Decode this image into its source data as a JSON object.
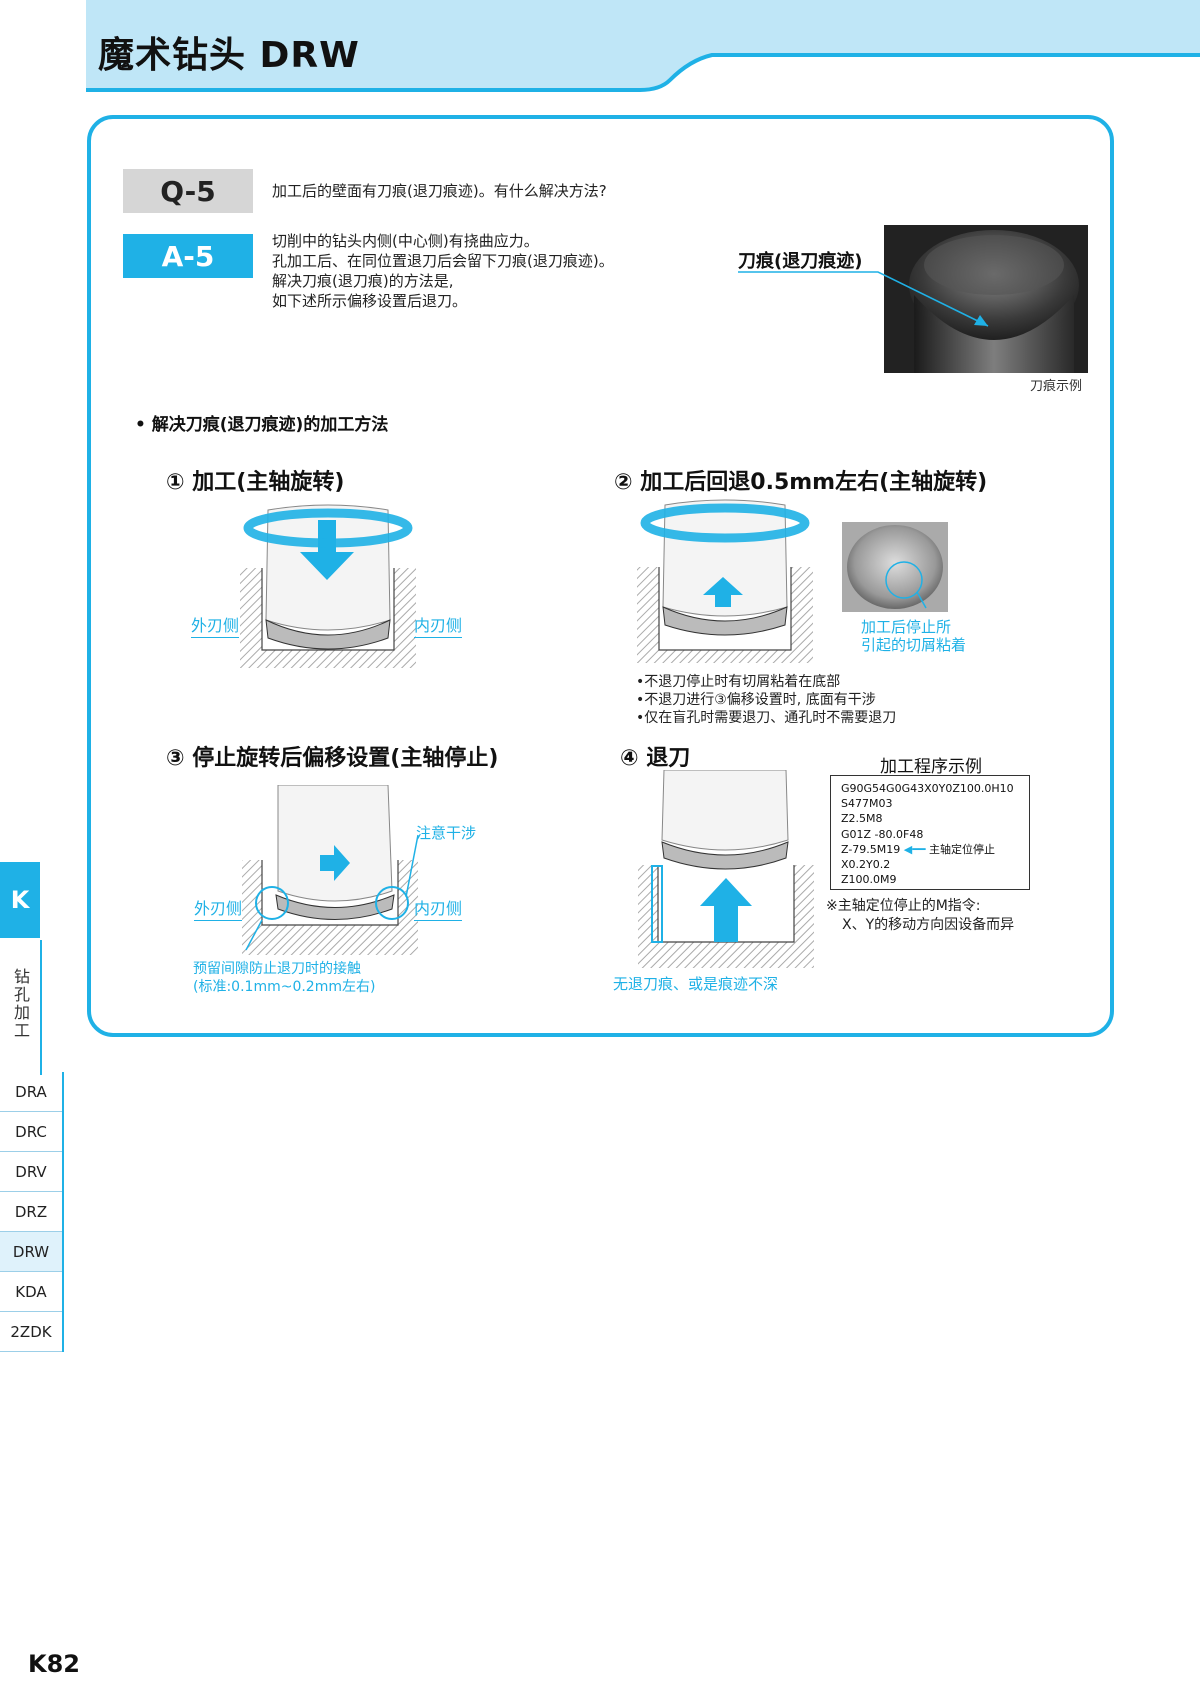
{
  "header": {
    "title": "魔术钻头 DRW"
  },
  "qa": {
    "q_label": "Q-5",
    "q_text": "加工后的壁面有刀痕(退刀痕迹)。有什么解决方法?",
    "a_label": "A-5",
    "a_lines": [
      "切削中的钻头内侧(中心侧)有挠曲应力。",
      "孔加工后、在同位置退刀后会留下刀痕(退刀痕迹)。",
      "解决刀痕(退刀痕)的方法是,",
      "如下述所示偏移设置后退刀。"
    ],
    "mark_label": "刀痕(退刀痕迹)",
    "photo_caption": "刀痕示例"
  },
  "section": {
    "heading": "• 解决刀痕(退刀痕迹)的加工方法"
  },
  "steps": {
    "s1": {
      "title": "① 加工(主轴旋转)",
      "outer": "外刃侧",
      "inner": "内刃侧"
    },
    "s2": {
      "title": "② 加工后回退0.5mm左右(主轴旋转)",
      "photo_caption_1": "加工后停止所",
      "photo_caption_2": "引起的切屑粘着",
      "notes": [
        "•不退刀停止时有切屑粘着在底部",
        "•不退刀进行③偏移设置时, 底面有干涉",
        "•仅在盲孔时需要退刀、通孔时不需要退刀"
      ]
    },
    "s3": {
      "title": "③ 停止旋转后偏移设置(主轴停止)",
      "outer": "外刃侧",
      "inner": "内刃侧",
      "caution": "注意干涉",
      "gap_1": "预留间隙防止退刀时的接触",
      "gap_2": "(标准:0.1mm~0.2mm左右)"
    },
    "s4": {
      "title": "④ 退刀",
      "bottom": "无退刀痕、或是痕迹不深",
      "program_title": "加工程序示例",
      "program": [
        "G90G54G0G43X0Y0Z100.0H10",
        "S477M03",
        "Z2.5M8",
        "G01Z -80.0F48",
        "Z-79.5M19",
        "X0.2Y0.2",
        "Z100.0M9"
      ],
      "program_callout": "主轴定位停止",
      "note_1": "※主轴定位停止的M指令:",
      "note_2": "X、Y的移动方向因设备而异"
    }
  },
  "sidebar": {
    "tab": "K",
    "category": "钻孔加工",
    "items": [
      {
        "label": "DRA"
      },
      {
        "label": "DRC"
      },
      {
        "label": "DRV"
      },
      {
        "label": "DRZ"
      },
      {
        "label": "DRW"
      },
      {
        "label": "KDA"
      },
      {
        "label": "2ZDK"
      }
    ],
    "active": "DRW"
  },
  "page": {
    "number": "K82"
  },
  "colors": {
    "accent": "#1fb1e6",
    "header_bg": "#bfe6f7",
    "gray": "#d6d6d6"
  }
}
